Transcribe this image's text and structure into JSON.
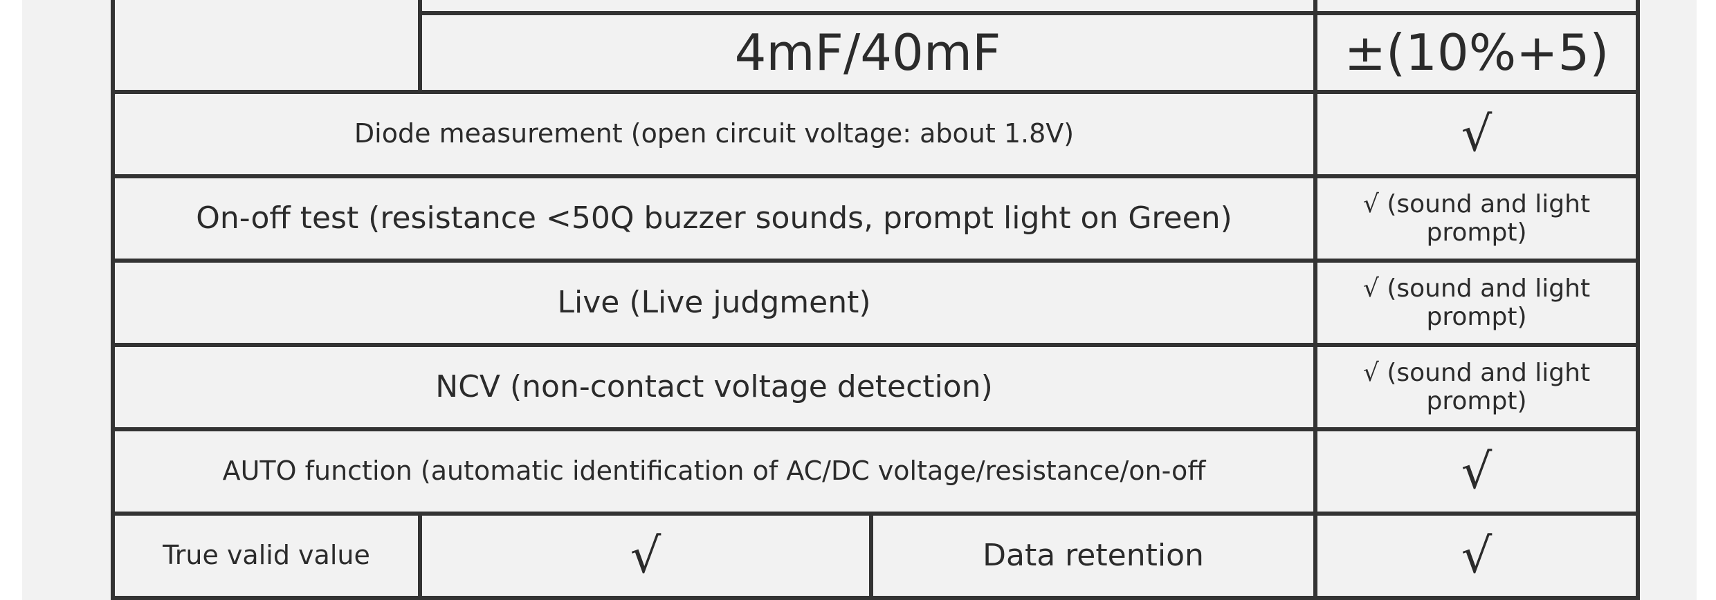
{
  "table": {
    "capacitance_range": "4mF/40mF",
    "capacitance_accuracy": "±(10%+5)",
    "rows": [
      {
        "label": "Diode measurement (open circuit voltage: about 1.8V)",
        "value": "√"
      },
      {
        "label": "On-off test (resistance <50Q buzzer sounds, prompt light on Green)",
        "value": "√ (sound and light prompt)"
      },
      {
        "label": "Live (Live judgment)",
        "value": "√ (sound and light prompt)"
      },
      {
        "label": "NCV (non-contact voltage detection)",
        "value": "√ (sound and light prompt)"
      },
      {
        "label": "AUTO function (automatic identification of AC/DC voltage/resistance/on-off",
        "value": "√"
      }
    ],
    "last_row": {
      "true_valid_label": "True valid value",
      "true_valid_value": "√",
      "data_retention_label": "Data retention",
      "data_retention_value": "√"
    }
  }
}
